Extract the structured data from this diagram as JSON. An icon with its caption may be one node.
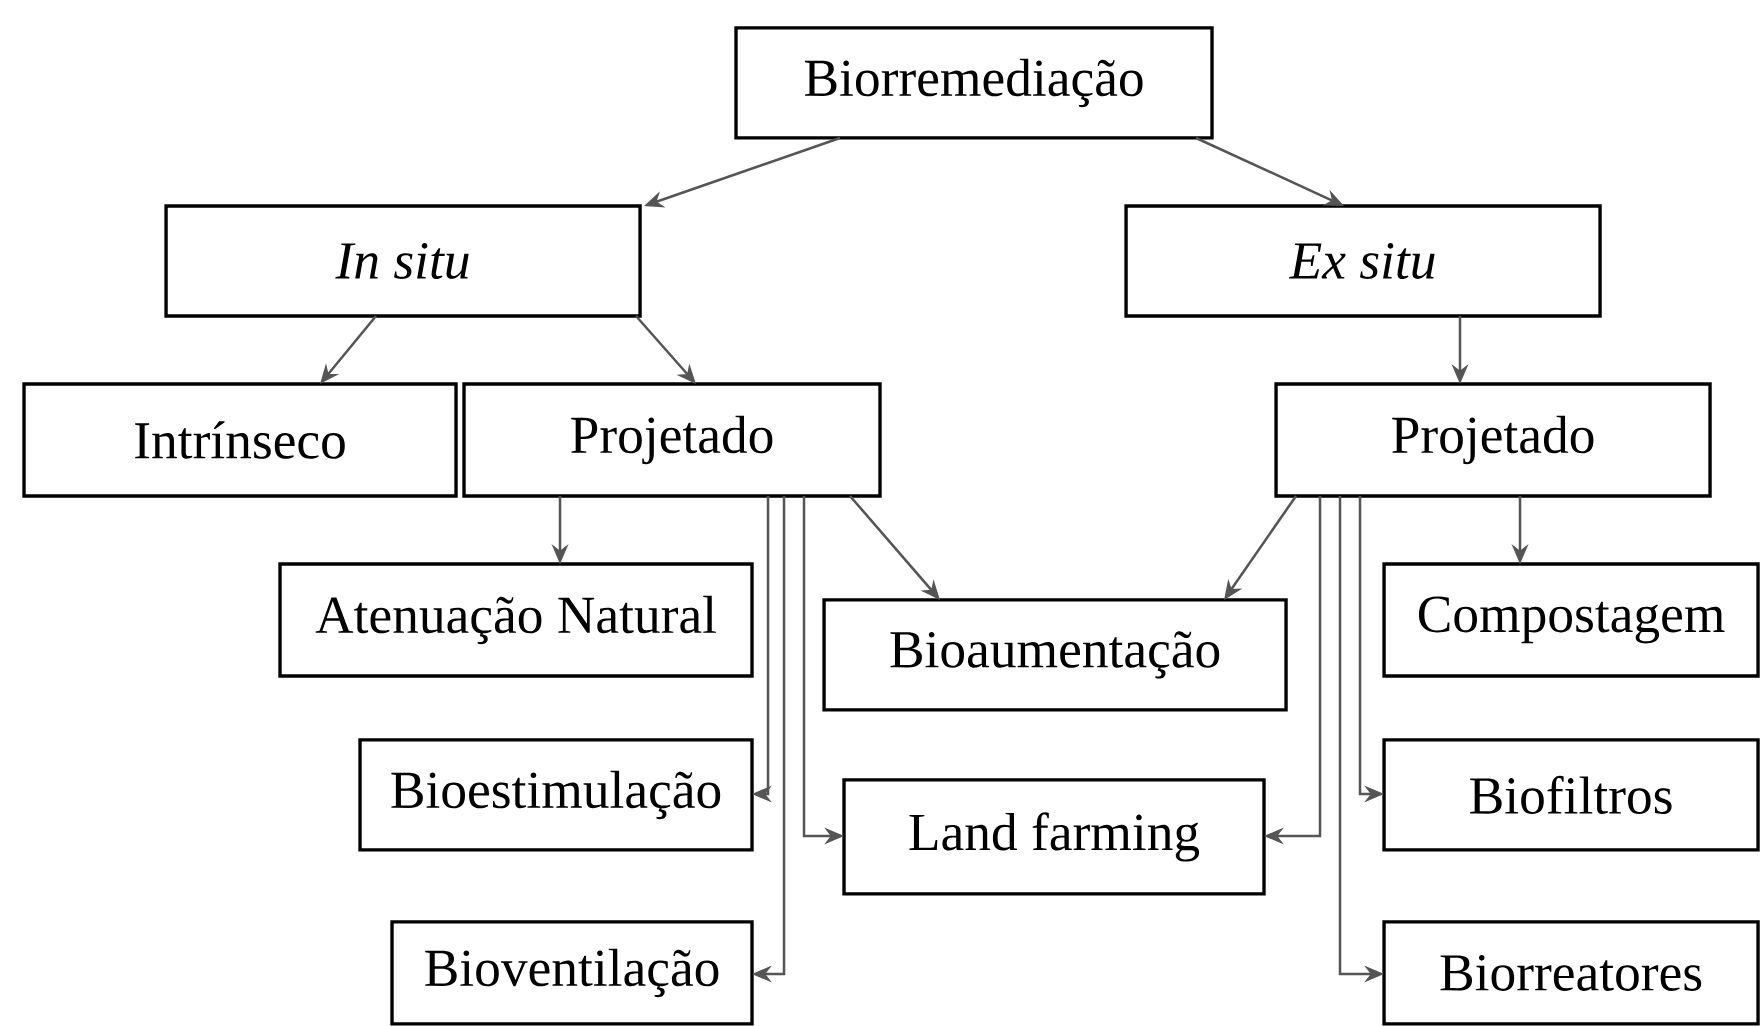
{
  "diagram": {
    "nodes": [
      {
        "text": [
          "Biorremediação"
        ]
      },
      {
        "text": [
          "In situ"
        ]
      },
      {
        "text": [
          "Ex situ"
        ]
      },
      {
        "text": [
          "Intrínseco"
        ]
      },
      {
        "text": [
          "Projetado"
        ]
      },
      {
        "text": [
          "Projetado"
        ]
      },
      {
        "text": [
          "Atenuação Natural"
        ]
      },
      {
        "text": [
          "Bioaumentação"
        ]
      },
      {
        "text": [
          "Compostagem"
        ]
      },
      {
        "text": [
          "Bioestimulação"
        ]
      },
      {
        "text": [
          "Land farming"
        ]
      },
      {
        "text": [
          "Biofiltros"
        ]
      },
      {
        "text": [
          "Bioventilação"
        ]
      },
      {
        "text": [
          "Biorreatores"
        ]
      }
    ],
    "edges": [
      {
        "from": 0,
        "to": 1,
        "arrow": "to"
      },
      {
        "from": 0,
        "to": 2,
        "arrow": "to"
      },
      {
        "from": 1,
        "to": 3,
        "arrow": "to"
      },
      {
        "from": 1,
        "to": 4,
        "arrow": "to"
      },
      {
        "from": 2,
        "to": 5,
        "arrow": "to"
      },
      {
        "from": 4,
        "to": 6,
        "arrow": "to"
      },
      {
        "from": 4,
        "to": 9,
        "arrow": "to"
      },
      {
        "from": 4,
        "to": 12,
        "arrow": "to"
      },
      {
        "from": 4,
        "to": 7,
        "arrow": "to"
      },
      {
        "from": 4,
        "to": 10,
        "arrow": "to"
      },
      {
        "from": 5,
        "to": 7,
        "arrow": "to"
      },
      {
        "from": 5,
        "to": 10,
        "arrow": "to"
      },
      {
        "from": 5,
        "to": 8,
        "arrow": "to"
      },
      {
        "from": 5,
        "to": 11,
        "arrow": "to"
      },
      {
        "from": 5,
        "to": 13,
        "arrow": "to"
      }
    ]
  }
}
